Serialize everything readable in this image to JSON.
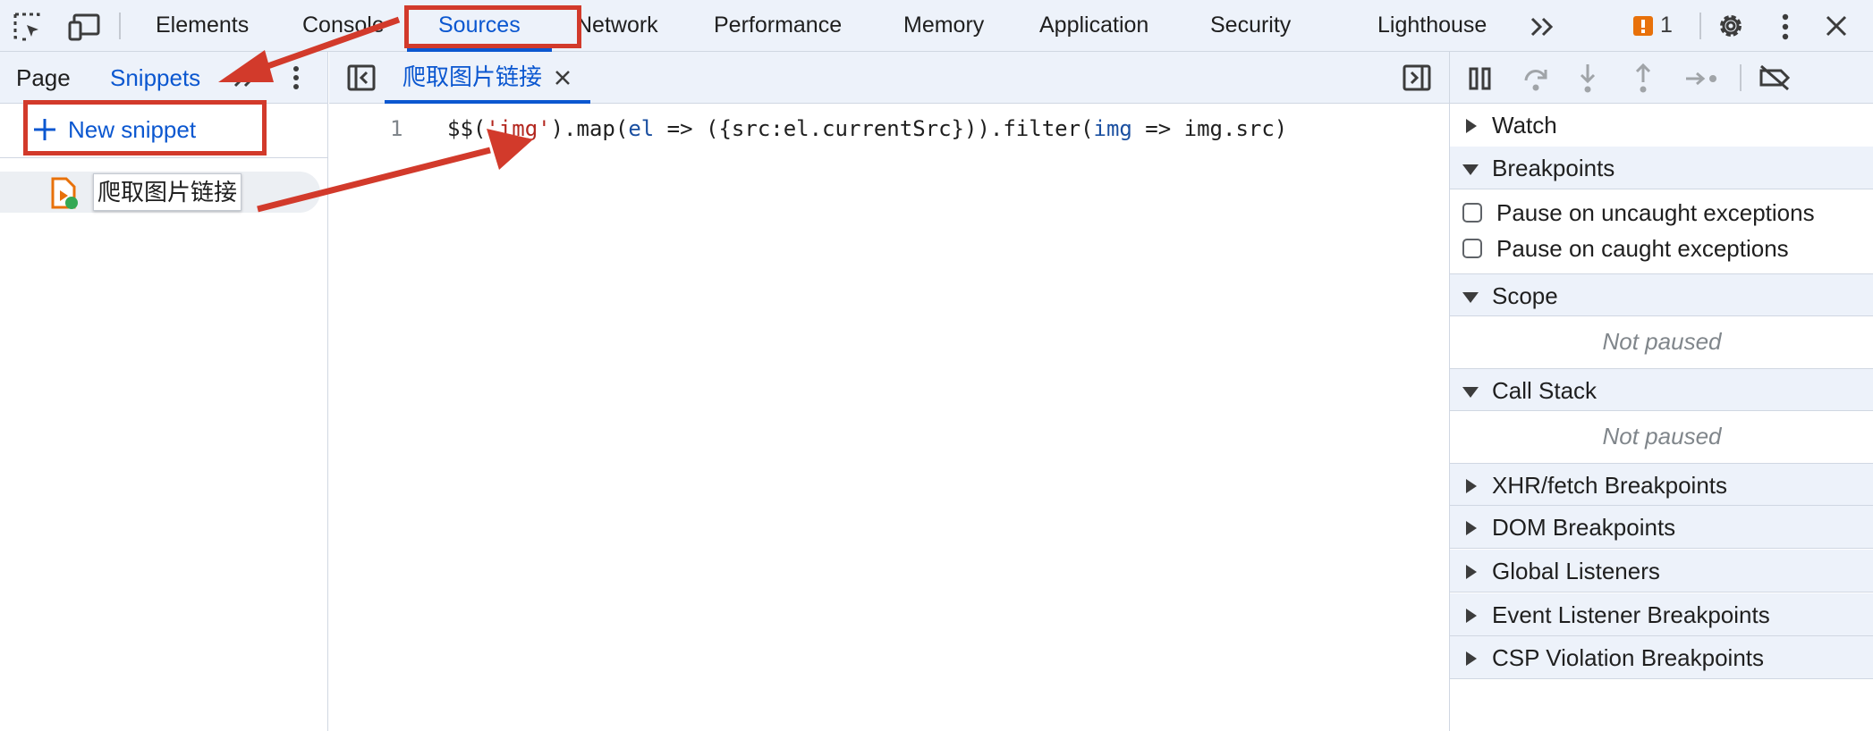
{
  "toolbar": {
    "tabs": [
      "Elements",
      "Console",
      "Sources",
      "Network",
      "Performance",
      "Memory",
      "Application",
      "Security",
      "Lighthouse"
    ],
    "active_tab": "Sources",
    "issues_count": "1",
    "accent_color": "#0b57d0",
    "icons": [
      "inspect-element-icon",
      "device-toolbar-icon",
      "more-tabs-chevron-icon",
      "issues-warning-icon",
      "settings-gear-icon",
      "kebab-menu-icon",
      "close-icon"
    ]
  },
  "navigator": {
    "tabs": [
      "Page",
      "Snippets"
    ],
    "active_tab": "Snippets",
    "new_snippet_label": "New snippet",
    "snippets": [
      {
        "name": "爬取图片链接"
      }
    ]
  },
  "editor": {
    "open_file": "爬取图片链接",
    "line_number": "1",
    "code_tokens": [
      {
        "text": "$$(",
        "kind": "plain"
      },
      {
        "text": "'img'",
        "kind": "string"
      },
      {
        "text": ").map(",
        "kind": "plain"
      },
      {
        "text": "el",
        "kind": "param"
      },
      {
        "text": " => ({src:el.currentSrc})).filter(",
        "kind": "plain"
      },
      {
        "text": "img",
        "kind": "param"
      },
      {
        "text": " => img.src)",
        "kind": "plain"
      }
    ],
    "colors": {
      "string": "#b3261e",
      "param": "#1a4fa0",
      "plain": "#1f1f1f"
    }
  },
  "debugger": {
    "sections": {
      "watch": "Watch",
      "breakpoints": "Breakpoints",
      "pause_uncaught": "Pause on uncaught exceptions",
      "pause_caught": "Pause on caught exceptions",
      "scope": "Scope",
      "scope_status": "Not paused",
      "call_stack": "Call Stack",
      "call_stack_status": "Not paused",
      "xhr": "XHR/fetch Breakpoints",
      "dom": "DOM Breakpoints",
      "global": "Global Listeners",
      "event": "Event Listener Breakpoints",
      "csp": "CSP Violation Breakpoints"
    },
    "controls": [
      "pause-resume-icon",
      "step-over-icon",
      "step-into-icon",
      "step-out-icon",
      "step-icon",
      "deactivate-breakpoints-icon"
    ]
  },
  "annotation_color": "#d23a2b"
}
